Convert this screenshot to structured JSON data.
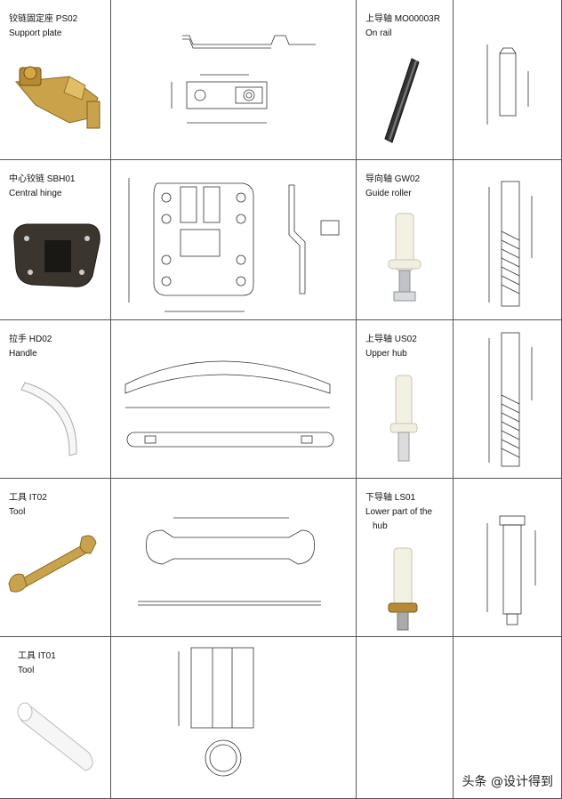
{
  "parts": [
    {
      "code_cn": "铰链固定座 PS02",
      "name_en": "Support plate"
    },
    {
      "code_cn": "上导轴 MO00003R",
      "name_en": "On rail"
    },
    {
      "code_cn": "中心铰链 SBH01",
      "name_en": "Central hinge"
    },
    {
      "code_cn": "导向轴 GW02",
      "name_en": "Guide roller"
    },
    {
      "code_cn": "拉手 HD02",
      "name_en": "Handle"
    },
    {
      "code_cn": "上导轴 US02",
      "name_en": "Upper hub"
    },
    {
      "code_cn": "工具 IT02",
      "name_en": "Tool"
    },
    {
      "code_cn": "下导轴 LS01",
      "name_en": "Lower part of the",
      "name_en2": "hub"
    },
    {
      "code_cn": "工具 IT01",
      "name_en": "Tool"
    }
  ],
  "watermark": "头条 @设计得到"
}
